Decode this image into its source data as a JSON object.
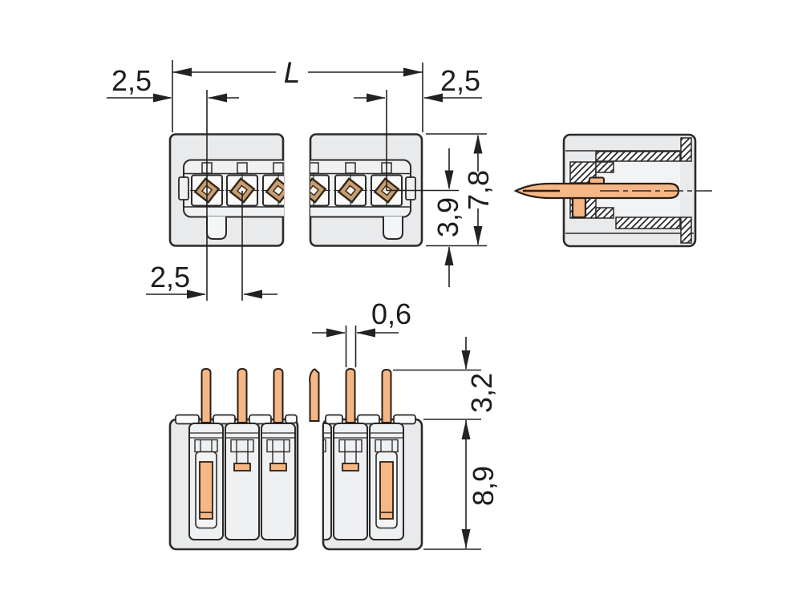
{
  "drawing": {
    "title": "connector-dimensional-drawing",
    "views": {
      "front": "front-view",
      "side": "side-section-view",
      "bottom": "bottom-view"
    },
    "dimensions": {
      "front_left_offset": "2,5",
      "overall_length": "L",
      "front_right_offset": "2,5",
      "pin_pitch": "2,5",
      "center_to_bottom": "3,9",
      "housing_height": "7,8",
      "pin_width": "0,6",
      "pin_protrusion": "3,2",
      "housing_depth": "8,9"
    },
    "colors": {
      "outline": "#2a2a2a",
      "body_fill": "#e9eaec",
      "inner_fill": "#f0f1f3",
      "cell_fill": "#fafafb",
      "pin_copper": "#f5b786",
      "contact_tan": "#c89e72",
      "dimension_line": "#222222"
    }
  }
}
